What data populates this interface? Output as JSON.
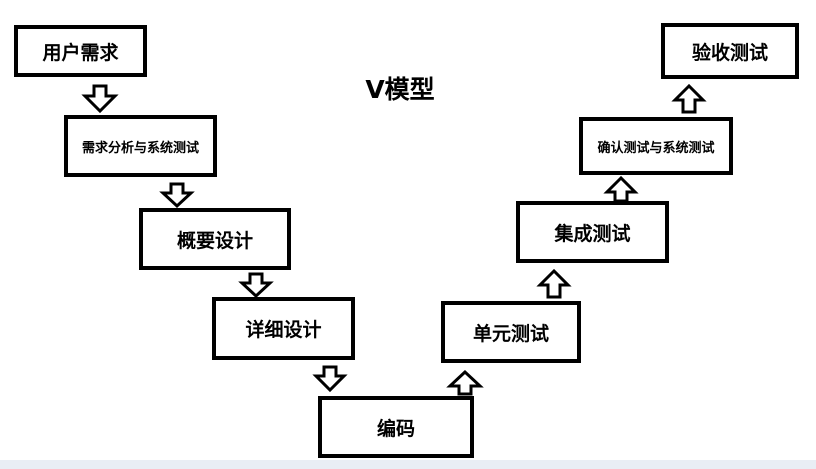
{
  "title": "V模型",
  "steps": {
    "user_requirements": "用户需求",
    "requirements_analysis": "需求分析与系统测试",
    "outline_design": "概要设计",
    "detailed_design": "详细设计",
    "coding": "编码",
    "unit_test": "单元测试",
    "integration_test": "集成测试",
    "confirm_test": "确认测试与系统测试",
    "acceptance_test": "验收测试"
  },
  "arrows": {
    "down_icon": "hollow-arrow-down-icon",
    "up_icon": "hollow-arrow-up-icon"
  }
}
